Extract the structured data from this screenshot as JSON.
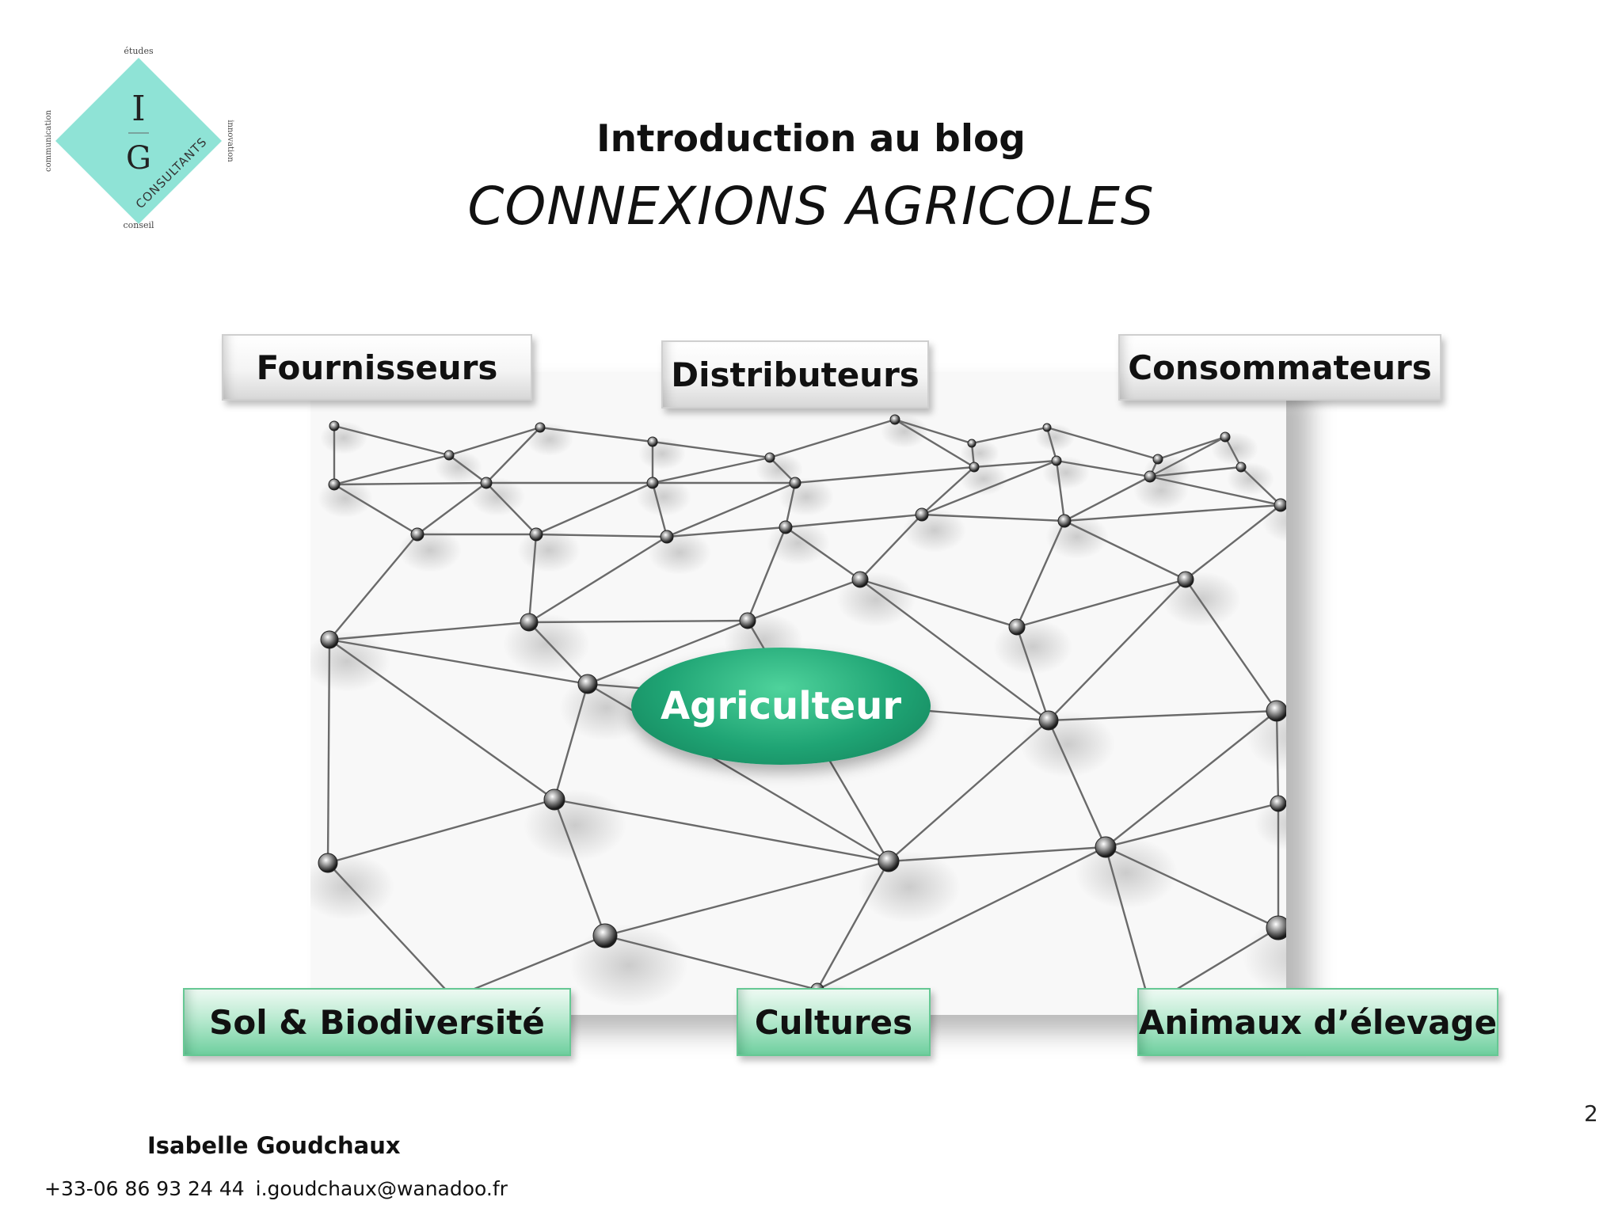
{
  "slide": {
    "title": "Introduction au blog",
    "subtitle": "CONNEXIONS AGRICOLES",
    "page_number": "2"
  },
  "logo": {
    "letter_top": "I",
    "letter_bottom": "G",
    "diagonal_text": "CONSULTANTS",
    "top_word": "études",
    "left_word": "communication",
    "right_word": "innovation",
    "bottom_word": "conseil",
    "color": "#8fe3d6"
  },
  "diagram": {
    "center": "Agriculteur",
    "top_boxes": [
      "Fournisseurs",
      "Distributeurs",
      "Consommateurs"
    ],
    "bottom_boxes": [
      "Sol & Biodiversité",
      "Cultures",
      "Animaux d’élevage"
    ],
    "center_color": "#1fa474",
    "bottom_color": "#8fdcb4"
  },
  "footer": {
    "author": "Isabelle Goudchaux",
    "phone": "+33-06 86 93 24 44",
    "email": "i.goudchaux@wanadoo.fr"
  }
}
